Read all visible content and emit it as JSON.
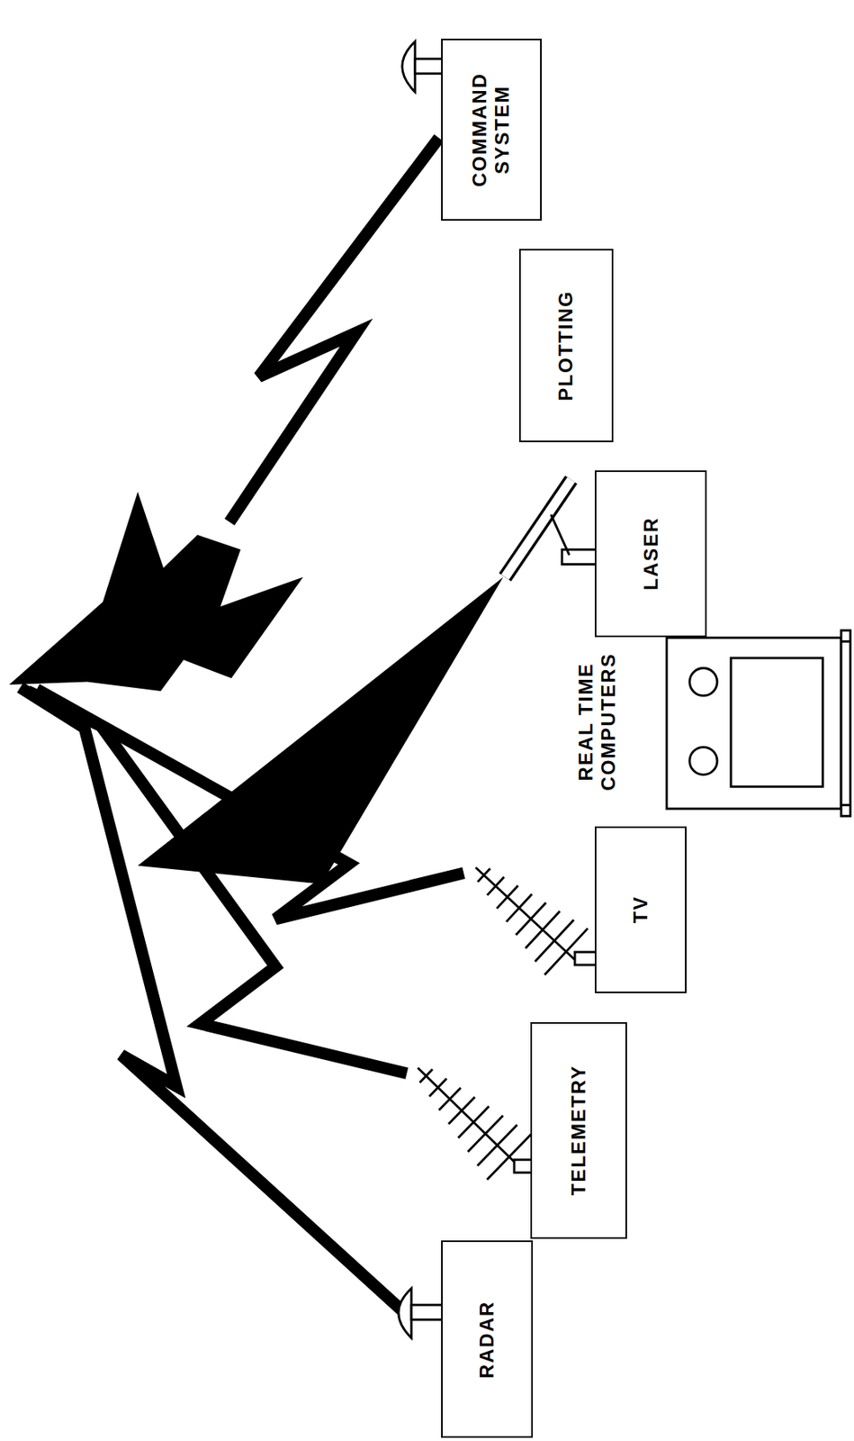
{
  "diagram": {
    "nodes": [
      {
        "text": [
          "RADAR"
        ]
      },
      {
        "text": [
          "TELEMETRY"
        ]
      },
      {
        "text": [
          "TV"
        ]
      },
      {
        "text": [
          "LASER"
        ]
      },
      {
        "text": [
          "PLOTTING"
        ]
      },
      {
        "text": [
          "COMMAND SYSTEM"
        ]
      }
    ],
    "labels": [
      "REAL TIME COMPUTERS"
    ]
  }
}
